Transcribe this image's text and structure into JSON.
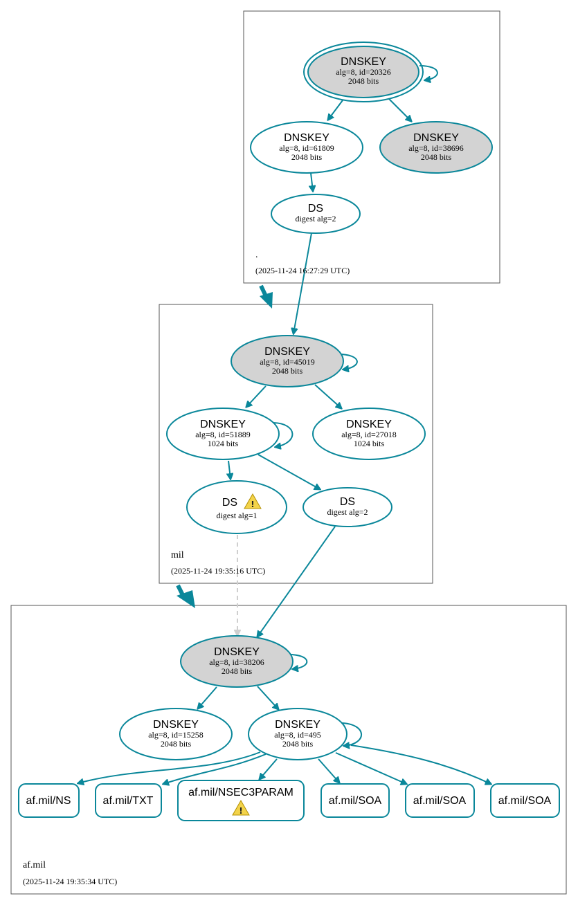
{
  "zones": {
    "root": {
      "name": ".",
      "timestamp": "(2025-11-24 16:27:29 UTC)"
    },
    "mil": {
      "name": "mil",
      "timestamp": "(2025-11-24 19:35:16 UTC)"
    },
    "afmil": {
      "name": "af.mil",
      "timestamp": "(2025-11-24 19:35:34 UTC)"
    }
  },
  "nodes": {
    "root_ksk": {
      "title": "DNSKEY",
      "line1": "alg=8, id=20326",
      "line2": "2048 bits"
    },
    "root_zsk1": {
      "title": "DNSKEY",
      "line1": "alg=8, id=61809",
      "line2": "2048 bits"
    },
    "root_zsk2": {
      "title": "DNSKEY",
      "line1": "alg=8, id=38696",
      "line2": "2048 bits"
    },
    "root_ds": {
      "title": "DS",
      "line1": "digest alg=2"
    },
    "mil_ksk": {
      "title": "DNSKEY",
      "line1": "alg=8, id=45019",
      "line2": "2048 bits"
    },
    "mil_zsk1": {
      "title": "DNSKEY",
      "line1": "alg=8, id=51889",
      "line2": "1024 bits"
    },
    "mil_zsk2": {
      "title": "DNSKEY",
      "line1": "alg=8, id=27018",
      "line2": "1024 bits"
    },
    "mil_ds1": {
      "title": "DS",
      "line1": "digest alg=1"
    },
    "mil_ds2": {
      "title": "DS",
      "line1": "digest alg=2"
    },
    "af_ksk": {
      "title": "DNSKEY",
      "line1": "alg=8, id=38206",
      "line2": "2048 bits"
    },
    "af_zsk1": {
      "title": "DNSKEY",
      "line1": "alg=8, id=15258",
      "line2": "2048 bits"
    },
    "af_zsk2": {
      "title": "DNSKEY",
      "line1": "alg=8, id=495",
      "line2": "2048 bits"
    }
  },
  "rrsets": {
    "ns": "af.mil/NS",
    "txt": "af.mil/TXT",
    "nsec3param": "af.mil/NSEC3PARAM",
    "soa1": "af.mil/SOA",
    "soa2": "af.mil/SOA",
    "soa3": "af.mil/SOA"
  },
  "colors": {
    "edge": "#0a879a",
    "ksk_fill": "#d3d3d3",
    "insecure_edge": "#cfcfcf",
    "warning": "#f3d34a"
  },
  "icons": {
    "warning": "warning-icon"
  }
}
